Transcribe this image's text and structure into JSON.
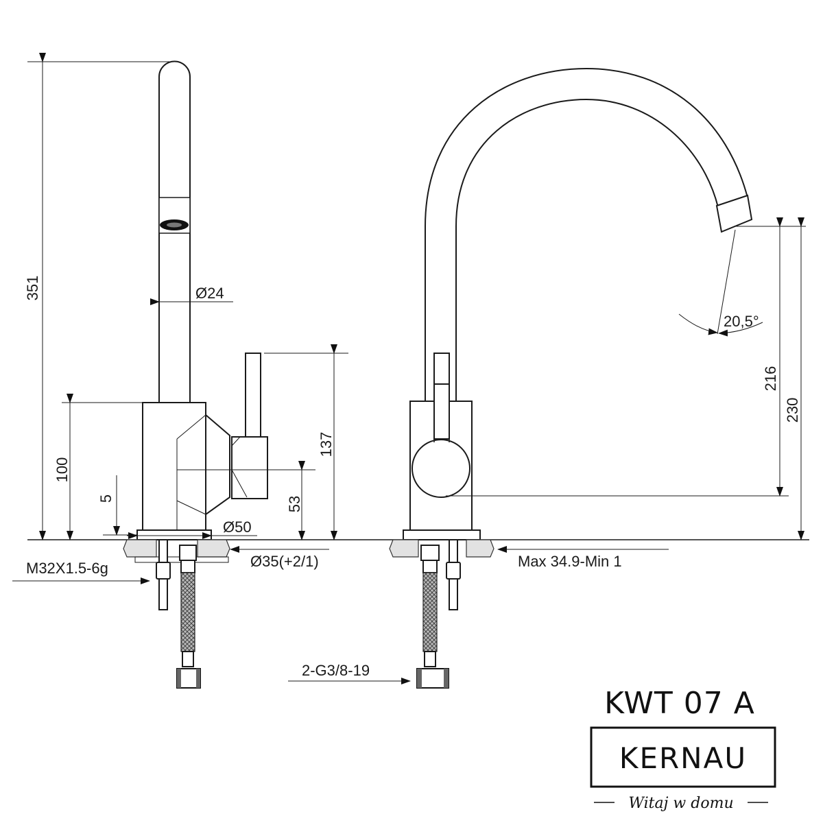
{
  "title": "KWT 07 A",
  "brand": {
    "name": "KERNAU",
    "slogan": "Witaj w domu"
  },
  "dimensions": {
    "total_height": "351",
    "spout_diameter": "Ø24",
    "body_height": "100",
    "base_offset": "5",
    "handle_height": "137",
    "handle_axis_height": "53",
    "base_diameter": "Ø50",
    "hole_diameter": "Ø35(+2/1)",
    "thread": "M32X1.5-6g",
    "aerator_height": "216",
    "spout_outlet_height": "230",
    "swivel_angle": "20,5°",
    "countertop_thickness": "Max 34.9-Min 1",
    "hose_connection": "2-G3/8-19"
  },
  "colors": {
    "line": "#1a1a1a",
    "background": "#ffffff"
  }
}
